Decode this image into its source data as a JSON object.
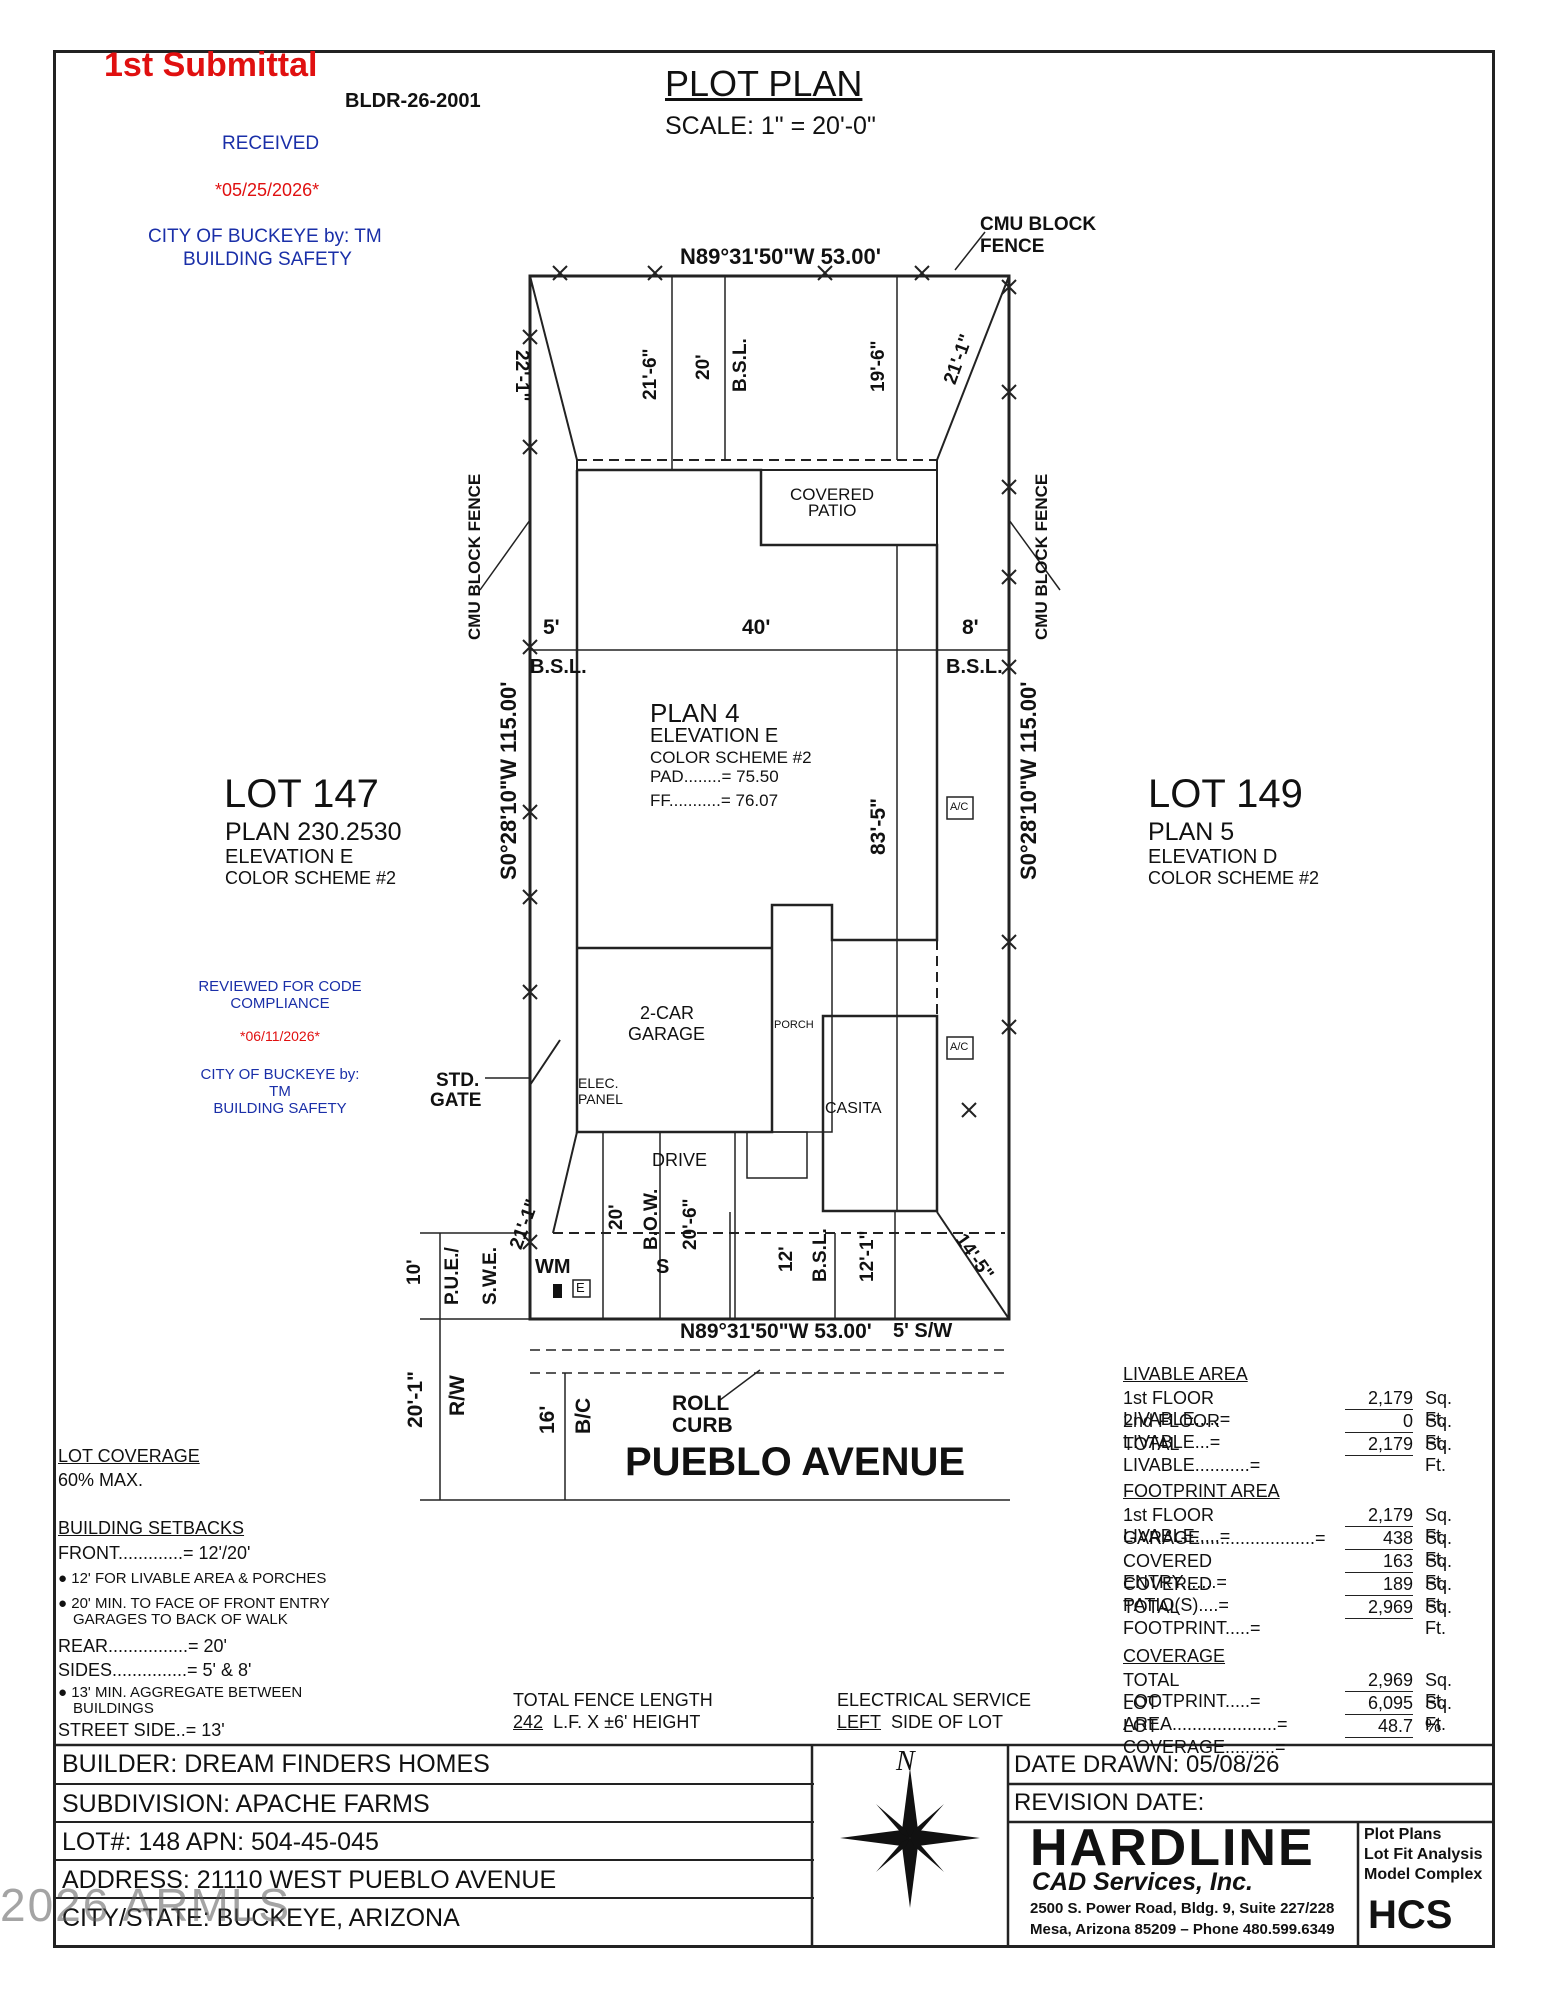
{
  "header": {
    "submittal": "1st Submittal",
    "permit": "BLDR-26-2001",
    "received": "RECEIVED",
    "received_date": "*05/25/2026*",
    "city_line1": "CITY OF BUCKEYE by: TM",
    "city_line2": "BUILDING SAFETY",
    "plan_title": "PLOT PLAN",
    "scale": "SCALE: 1\" = 20'-0\""
  },
  "review_stamp": {
    "line1": "REVIEWED FOR CODE",
    "line2": "COMPLIANCE",
    "date": "*06/11/2026*",
    "line3": "CITY OF BUCKEYE by:",
    "line4": "TM",
    "line5": "BUILDING SAFETY"
  },
  "plan": {
    "top_bearing": "N89°31'50\"W 53.00'",
    "bottom_bearing": "N89°31'50\"W 53.00'",
    "left_bearing": "S0°28'10\"W 115.00'",
    "right_bearing": "S0°28'10\"W 115.00'",
    "cmu_top": "CMU BLOCK",
    "cmu_top2": "FENCE",
    "cmu_left": "CMU BLOCK FENCE",
    "cmu_right": "CMU BLOCK FENCE",
    "dim_22_1": "22'-1\"",
    "dim_21_6": "21'-6\"",
    "dim_20": "20'",
    "bsl": "B.S.L.",
    "dim_19_6": "19'-6\"",
    "dim_21_1": "21'-1\"",
    "covered_patio_1": "COVERED",
    "covered_patio_2": "PATIO",
    "dim_5": "5'",
    "dim_40": "40'",
    "dim_8": "8'",
    "bsl_left": "B.S.L.",
    "bsl_right": "B.S.L.",
    "plan_name": "PLAN 4",
    "elevation": "ELEVATION E",
    "color_scheme": "COLOR SCHEME #2",
    "pad": "PAD........= 75.50",
    "ff": "FF...........= 76.07",
    "dim_83_5": "83'-5\"",
    "ac1": "A/C",
    "ac2": "A/C",
    "garage_1": "2-CAR",
    "garage_2": "GARAGE",
    "porch": "PORCH",
    "elec_1": "ELEC.",
    "elec_2": "PANEL",
    "casita": "CASITA",
    "std_gate_1": "STD.",
    "std_gate_2": "GATE",
    "drive": "DRIVE",
    "dim_21_1_2": "21'-1\"",
    "dim_20b": "20'",
    "bow": "B.O.W.",
    "dim_20_6": "20'-6\"",
    "dim_12": "12'",
    "bsl_front": "B.S.L.",
    "dim_12_1": "12'-1\"",
    "dim_14_5": "14'-5\"",
    "dim_10": "10'",
    "pue": "P.U.E./",
    "swe": "S.W.E.",
    "wm": "WM",
    "s": "S",
    "e": "E",
    "sw": "5' S/W",
    "dim_20_1": "20'-1\"",
    "rw": "R/W",
    "dim_16": "16'",
    "bc": "B/C",
    "roll": "ROLL",
    "curb": "CURB",
    "street": "PUEBLO AVENUE"
  },
  "lot147": {
    "lot": "LOT 147",
    "plan": "PLAN 230.2530",
    "elev": "ELEVATION E",
    "color": "COLOR SCHEME #2"
  },
  "lot149": {
    "lot": "LOT 149",
    "plan": "PLAN 5",
    "elev": "ELEVATION D",
    "color": "COLOR SCHEME #2"
  },
  "lot_coverage": {
    "title": "LOT COVERAGE",
    "value": "60% MAX."
  },
  "setbacks": {
    "title": "BUILDING SETBACKS",
    "front": "FRONT.............= 12'/20'",
    "b1": "12' FOR LIVABLE AREA & PORCHES",
    "b2a": "20' MIN. TO FACE OF FRONT ENTRY",
    "b2b": "GARAGES TO BACK OF WALK",
    "rear": "REAR................= 20'",
    "sides": "SIDES...............= 5' & 8'",
    "b3a": "13' MIN. AGGREGATE BETWEEN",
    "b3b": "BUILDINGS",
    "street_side": "STREET SIDE..= 13'"
  },
  "fence": {
    "title": "TOTAL FENCE LENGTH",
    "length": "242",
    "rest": "L.F.  X  ±6' HEIGHT"
  },
  "electrical": {
    "title": "ELECTRICAL SERVICE",
    "side": "LEFT",
    "rest": "SIDE OF LOT"
  },
  "livable": {
    "title": "LIVABLE AREA",
    "rows": [
      {
        "k": "1st FLOOR LIVABLE.....=",
        "v": "2,179",
        "u": "Sq. Ft."
      },
      {
        "k": "2nd FLOOR LIVABLE...=",
        "v": "0",
        "u": "Sq. Ft."
      },
      {
        "k": "TOTAL LIVABLE...........=",
        "v": "2,179",
        "u": "Sq. Ft."
      }
    ]
  },
  "footprint": {
    "title": "FOOTPRINT AREA",
    "rows": [
      {
        "k": "1st FLOOR LIVABLE.....=",
        "v": "2,179",
        "u": "Sq. Ft."
      },
      {
        "k": "GARAGE.......................=",
        "v": "438",
        "u": "Sq. Ft."
      },
      {
        "k": "COVERED ENTRY.......=",
        "v": "163",
        "u": "Sq. Ft."
      },
      {
        "k": "COVERED PATIO(S)....=",
        "v": "189",
        "u": "Sq. Ft."
      },
      {
        "k": "TOTAL FOOTPRINT.....=",
        "v": "2,969",
        "u": "Sq. Ft."
      }
    ]
  },
  "coverage": {
    "title": "COVERAGE",
    "rows": [
      {
        "k": "TOTAL FOOTPRINT.....=",
        "v": "2,969",
        "u": "Sq. Ft."
      },
      {
        "k": "LOT AREA.....................=",
        "v": "6,095",
        "u": "Sq. Ft."
      },
      {
        "k": "LOT COVERAGE..........=",
        "v": "48.7",
        "u": "%"
      }
    ]
  },
  "title_block": {
    "builder": "BUILDER: DREAM FINDERS HOMES",
    "subdivision": "SUBDIVISION: APACHE FARMS",
    "lot": "LOT#:  148     APN: 504-45-045",
    "address": "ADDRESS: 21110 WEST PUEBLO AVENUE",
    "city": "CITY/STATE: BUCKEYE, ARIZONA",
    "north": "N",
    "date_drawn": "DATE DRAWN:  05/08/26",
    "revision": "REVISION DATE:",
    "company": "HARDLINE",
    "company2": "CAD Services, Inc.",
    "services1": "Plot Plans",
    "services2": "Lot Fit Analysis",
    "services3": "Model Complex",
    "addr1": "2500 S. Power Road,  Bldg. 9, Suite 227/228",
    "addr2": "Mesa, Arizona 85209 – Phone 480.599.6349",
    "hcs": "HCS"
  },
  "watermark": "2026 ARMLS"
}
